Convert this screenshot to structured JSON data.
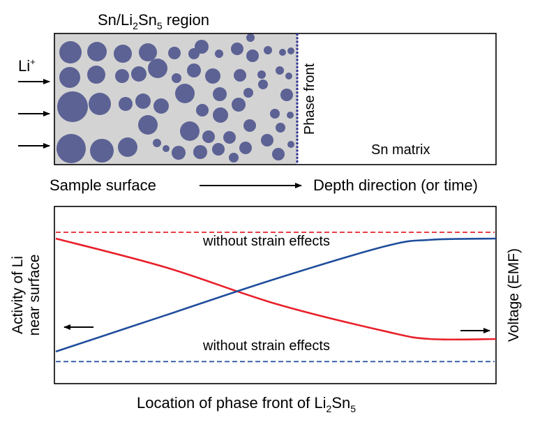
{
  "top_panel": {
    "region_label": {
      "main": "Sn/Li",
      "sub1": "2",
      "mid": "Sn",
      "sub2": "5",
      "tail": " region"
    },
    "ion_label": {
      "base": "Li",
      "sup": "+"
    },
    "phase_front_label": "Phase front",
    "matrix_label": "Sn matrix",
    "surface_label": "Sample surface",
    "depth_label": "Depth direction (or time)",
    "colors": {
      "region_fill": "#d3d3d3",
      "particle": "#5c6294",
      "front_line": "#2e3192"
    }
  },
  "bottom_panel": {
    "left_axis_line1": "Activity of Li",
    "left_axis_line2": "near surface",
    "right_axis": "Voltage (EMF)",
    "x_axis": {
      "main": "Location of phase front of Li",
      "sub1": "2",
      "mid": "Sn",
      "sub2": "5"
    },
    "upper_reference": "without strain effects",
    "lower_reference": "without strain effects",
    "colors": {
      "activity": "#e8202a",
      "voltage": "#1f4e9c"
    }
  },
  "chart_data": {
    "type": "line",
    "xlabel": "Location of phase front of Li2Sn5",
    "ylabel": "Activity of Li near surface",
    "ylabel_right": "Voltage (EMF)",
    "x": [
      0,
      0.25,
      0.5,
      0.75,
      0.85,
      1.0
    ],
    "series": [
      {
        "values": [
          0.9,
          0.67,
          0.38,
          0.16,
          0.1,
          0.1
        ],
        "axis": "left"
      },
      {
        "values": [
          0.0,
          0.29,
          0.58,
          0.84,
          0.89,
          0.9
        ],
        "axis": "right"
      }
    ],
    "reference_lines": [
      {
        "y": 0.95,
        "label": "without strain effects",
        "style": "dashed"
      },
      {
        "y": -0.08,
        "label": "without strain effects",
        "style": "dashed"
      }
    ],
    "ylim": [
      -0.25,
      1.15
    ],
    "grid": false
  }
}
